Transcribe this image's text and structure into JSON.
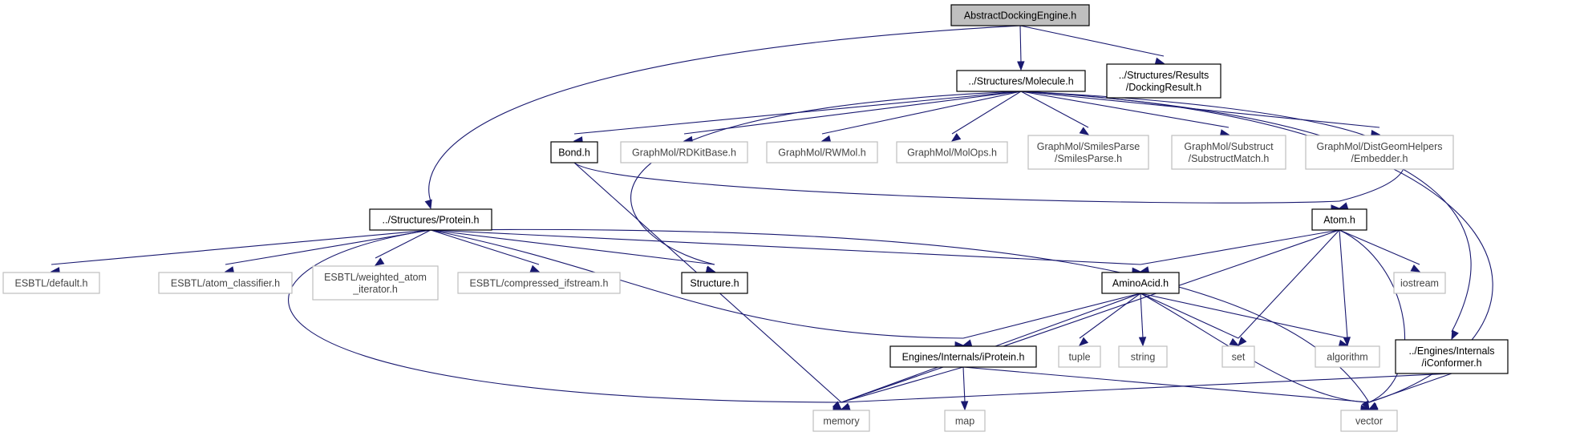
{
  "diagram": {
    "nodes": [
      {
        "id": "root",
        "lines": [
          "AbstractDockingEngine.h"
        ],
        "kind": "root"
      },
      {
        "id": "molecule",
        "lines": [
          "../Structures/Molecule.h"
        ],
        "kind": "proj"
      },
      {
        "id": "docking_result",
        "lines": [
          "../Structures/Results",
          "/DockingResult.h"
        ],
        "kind": "proj"
      },
      {
        "id": "protein",
        "lines": [
          "../Structures/Protein.h"
        ],
        "kind": "proj"
      },
      {
        "id": "bond",
        "lines": [
          "Bond.h"
        ],
        "kind": "proj"
      },
      {
        "id": "rdkitbase",
        "lines": [
          "GraphMol/RDKitBase.h"
        ],
        "kind": "sys"
      },
      {
        "id": "rwmol",
        "lines": [
          "GraphMol/RWMol.h"
        ],
        "kind": "sys"
      },
      {
        "id": "molops",
        "lines": [
          "GraphMol/MolOps.h"
        ],
        "kind": "sys"
      },
      {
        "id": "smilesparse",
        "lines": [
          "GraphMol/SmilesParse",
          "/SmilesParse.h"
        ],
        "kind": "sys"
      },
      {
        "id": "substructmatch",
        "lines": [
          "GraphMol/Substruct",
          "/SubstructMatch.h"
        ],
        "kind": "sys"
      },
      {
        "id": "embedder",
        "lines": [
          "GraphMol/DistGeomHelpers",
          "/Embedder.h"
        ],
        "kind": "sys"
      },
      {
        "id": "atom",
        "lines": [
          "Atom.h"
        ],
        "kind": "proj"
      },
      {
        "id": "esbtl_default",
        "lines": [
          "ESBTL/default.h"
        ],
        "kind": "sys"
      },
      {
        "id": "esbtl_atom_classifier",
        "lines": [
          "ESBTL/atom_classifier.h"
        ],
        "kind": "sys"
      },
      {
        "id": "esbtl_weighted",
        "lines": [
          "ESBTL/weighted_atom",
          "_iterator.h"
        ],
        "kind": "sys"
      },
      {
        "id": "esbtl_compressed",
        "lines": [
          "ESBTL/compressed_ifstream.h"
        ],
        "kind": "sys"
      },
      {
        "id": "structure",
        "lines": [
          "Structure.h"
        ],
        "kind": "proj"
      },
      {
        "id": "aminoacid",
        "lines": [
          "AminoAcid.h"
        ],
        "kind": "proj"
      },
      {
        "id": "iostream",
        "lines": [
          "iostream"
        ],
        "kind": "sys"
      },
      {
        "id": "iprotein",
        "lines": [
          "Engines/Internals/iProtein.h"
        ],
        "kind": "proj"
      },
      {
        "id": "tuple",
        "lines": [
          "tuple"
        ],
        "kind": "sys"
      },
      {
        "id": "string",
        "lines": [
          "string"
        ],
        "kind": "sys"
      },
      {
        "id": "set",
        "lines": [
          "set"
        ],
        "kind": "sys"
      },
      {
        "id": "algorithm",
        "lines": [
          "algorithm"
        ],
        "kind": "sys"
      },
      {
        "id": "iconformer",
        "lines": [
          "../Engines/Internals",
          "/iConformer.h"
        ],
        "kind": "proj"
      },
      {
        "id": "memory",
        "lines": [
          "memory"
        ],
        "kind": "sys"
      },
      {
        "id": "map",
        "lines": [
          "map"
        ],
        "kind": "sys"
      },
      {
        "id": "vector",
        "lines": [
          "vector"
        ],
        "kind": "sys"
      }
    ],
    "edges": [
      {
        "from": "root",
        "to": "molecule"
      },
      {
        "from": "root",
        "to": "docking_result"
      },
      {
        "from": "root",
        "to": "protein"
      },
      {
        "from": "molecule",
        "to": "bond"
      },
      {
        "from": "molecule",
        "to": "rdkitbase"
      },
      {
        "from": "molecule",
        "to": "rwmol"
      },
      {
        "from": "molecule",
        "to": "molops"
      },
      {
        "from": "molecule",
        "to": "smilesparse"
      },
      {
        "from": "molecule",
        "to": "substructmatch"
      },
      {
        "from": "molecule",
        "to": "embedder"
      },
      {
        "from": "molecule",
        "to": "atom"
      },
      {
        "from": "molecule",
        "to": "structure"
      },
      {
        "from": "molecule",
        "to": "iconformer"
      },
      {
        "from": "molecule",
        "to": "vector"
      },
      {
        "from": "bond",
        "to": "atom"
      },
      {
        "from": "bond",
        "to": "memory"
      },
      {
        "from": "protein",
        "to": "esbtl_default"
      },
      {
        "from": "protein",
        "to": "esbtl_atom_classifier"
      },
      {
        "from": "protein",
        "to": "esbtl_weighted"
      },
      {
        "from": "protein",
        "to": "esbtl_compressed"
      },
      {
        "from": "protein",
        "to": "structure"
      },
      {
        "from": "protein",
        "to": "aminoacid"
      },
      {
        "from": "protein",
        "to": "iprotein"
      },
      {
        "from": "protein",
        "to": "memory"
      },
      {
        "from": "protein",
        "to": "vector"
      },
      {
        "from": "atom",
        "to": "aminoacid"
      },
      {
        "from": "atom",
        "to": "memory"
      },
      {
        "from": "atom",
        "to": "iostream"
      },
      {
        "from": "atom",
        "to": "set"
      },
      {
        "from": "atom",
        "to": "algorithm"
      },
      {
        "from": "atom",
        "to": "vector"
      },
      {
        "from": "aminoacid",
        "to": "iprotein"
      },
      {
        "from": "aminoacid",
        "to": "tuple"
      },
      {
        "from": "aminoacid",
        "to": "string"
      },
      {
        "from": "aminoacid",
        "to": "set"
      },
      {
        "from": "aminoacid",
        "to": "algorithm"
      },
      {
        "from": "aminoacid",
        "to": "memory"
      },
      {
        "from": "aminoacid",
        "to": "vector"
      },
      {
        "from": "iprotein",
        "to": "memory"
      },
      {
        "from": "iprotein",
        "to": "map"
      },
      {
        "from": "iprotein",
        "to": "vector"
      },
      {
        "from": "iconformer",
        "to": "memory"
      },
      {
        "from": "iconformer",
        "to": "vector"
      }
    ]
  }
}
